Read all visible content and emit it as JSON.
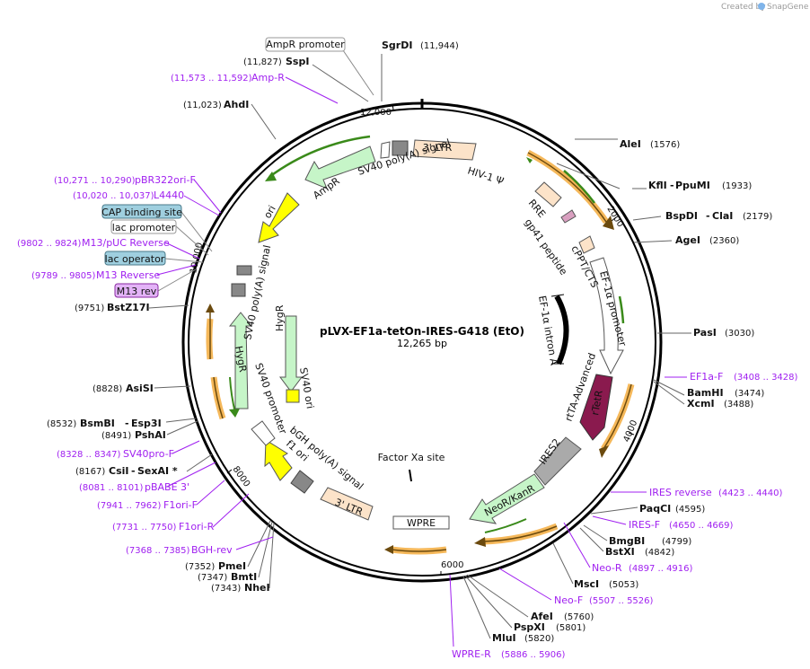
{
  "credit": {
    "prefix": "Created by",
    "brand": "SnapGene"
  },
  "plasmid": {
    "name": "pLVX-EF1a-tetOn-IRES-G418 (EtO)",
    "size": "12,265 bp"
  },
  "ticks": [
    "2000",
    "4000",
    "6000",
    "8000",
    "10,000",
    "12,000"
  ],
  "sites_right": [
    {
      "name": "AleI",
      "pos": "(1576)"
    },
    {
      "name": "KflI",
      "name2": "PpuMI",
      "pos": "(1933)"
    },
    {
      "name": "BspDI",
      "name2": "ClaI",
      "pos": "(2179)"
    },
    {
      "name": "AgeI",
      "pos": "(2360)"
    },
    {
      "name": "PasI",
      "pos": "(3030)"
    },
    {
      "name": "BamHI",
      "pos": "(3474)"
    },
    {
      "name": "XcmI",
      "pos": "(3488)"
    },
    {
      "name": "PaqCI",
      "pos": "(4595)"
    },
    {
      "name": "BmgBI",
      "pos": "(4799)"
    },
    {
      "name": "BstXI",
      "pos": "(4842)"
    },
    {
      "name": "MscI",
      "pos": "(5053)"
    },
    {
      "name": "AfeI",
      "pos": "(5760)"
    },
    {
      "name": "PspXI",
      "pos": "(5801)"
    },
    {
      "name": "MluI",
      "pos": "(5820)"
    }
  ],
  "sites_left": [
    {
      "name": "SgrDI",
      "pos": "(11,944)"
    },
    {
      "name": "SspI",
      "pos": "(11,827)"
    },
    {
      "name": "AhdI",
      "pos": "(11,023)"
    },
    {
      "name": "BstZ17I",
      "pos": "(9751)"
    },
    {
      "name": "AsiSI",
      "pos": "(8828)"
    },
    {
      "name": "BsmBI",
      "name2": "Esp3I",
      "pos": "(8532)"
    },
    {
      "name": "PshAI",
      "pos": "(8491)"
    },
    {
      "name": "CsiI",
      "name2": "SexAI *",
      "pos": "(8167)"
    },
    {
      "name": "PmeI",
      "pos": "(7352)"
    },
    {
      "name": "BmtI",
      "pos": "(7347)"
    },
    {
      "name": "NheI",
      "pos": "(7343)"
    }
  ],
  "primers": [
    {
      "name": "Amp-R",
      "pos": "(11,573 .. 11,592)"
    },
    {
      "name": "pBR322ori-F",
      "pos": "(10,271 .. 10,290)"
    },
    {
      "name": "L4440",
      "pos": "(10,020 .. 10,037)"
    },
    {
      "name": "M13/pUC Reverse",
      "pos": "(9802 .. 9824)"
    },
    {
      "name": "M13 Reverse",
      "pos": "(9789 .. 9805)"
    },
    {
      "name": "SV40pro-F",
      "pos": "(8328 .. 8347)"
    },
    {
      "name": "pBABE 3'",
      "pos": "(8081 .. 8101)"
    },
    {
      "name": "F1ori-F",
      "pos": "(7941 .. 7962)"
    },
    {
      "name": "F1ori-R",
      "pos": "(7731 .. 7750)"
    },
    {
      "name": "BGH-rev",
      "pos": "(7368 .. 7385)"
    },
    {
      "name": "EF1a-F",
      "pos": "(3408 .. 3428)"
    },
    {
      "name": "IRES reverse",
      "pos": "(4423 .. 4440)"
    },
    {
      "name": "IRES-F",
      "pos": "(4650 .. 4669)"
    },
    {
      "name": "Neo-R",
      "pos": "(4897 .. 4916)"
    },
    {
      "name": "Neo-F",
      "pos": "(5507 .. 5526)"
    },
    {
      "name": "WPRE-R",
      "pos": "(5886 .. 5906)"
    }
  ],
  "boxed_labels": [
    {
      "name": "AmpR promoter",
      "style": "plain"
    },
    {
      "name": "CAP binding site",
      "style": "blue"
    },
    {
      "name": "lac promoter",
      "style": "plain"
    },
    {
      "name": "lac operator",
      "style": "blue"
    },
    {
      "name": "M13 rev",
      "style": "purple"
    }
  ],
  "features": [
    "3' LTR",
    "HIV-1 Ψ",
    "RRE",
    "gp41 peptide",
    "cPPT/CTS",
    "EF-1α promoter",
    "EF-1α intron A",
    "rtTA-Advanced",
    "rTetR",
    "IRES2",
    "NeoR/KanR",
    "WPRE",
    "Factor Xa site",
    "3' LTR",
    "bGH poly(A) signal",
    "f1 ori",
    "SV40 promoter",
    "HygR",
    "SV40 poly(A) signal",
    "HygR",
    "SV40 ori",
    "ori",
    "AmpR",
    "SV40 poly(A) signal"
  ],
  "colors": {
    "ltr": "#fce3c9",
    "promoter": "#ffffff",
    "cds": "#c6f5c8",
    "ori": "#ffff00",
    "marker": "#888888",
    "rtetr": "#8a1a4e",
    "primer": "#a020f0",
    "orf_arrow": "#ff9900",
    "orf_stroke": "#3a8a1a"
  }
}
